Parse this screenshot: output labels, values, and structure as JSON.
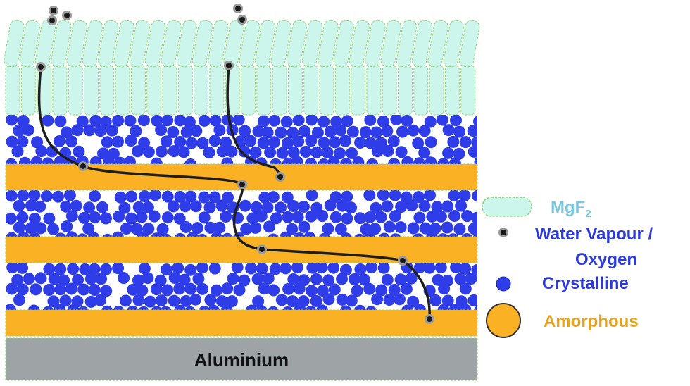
{
  "colors": {
    "mgf2_fill": "#ccf5ec",
    "mgf2_stroke": "#8fd27a",
    "crystalline": "#2f3de8",
    "amorphous": "#fbb124",
    "aluminium": "#9ea3a6",
    "path_line": "#1e1e1e",
    "vapour_dot": "#1a1a1a",
    "vapour_ring": "#9a9a9a",
    "mgf2_text": "#79c7dd",
    "blue_text": "#2b3ad8",
    "orange_text": "#e8a31c"
  },
  "substrate": {
    "label": "Aluminium"
  },
  "legend": {
    "mgf2": {
      "label": "MgF",
      "subscript": "2",
      "icon": "mgf2-pill-icon"
    },
    "vapour": {
      "line1": "Water Vapour /",
      "line2": "Oxygen",
      "icon": "vapour-dot-icon"
    },
    "crystalline": {
      "label": "Crystalline",
      "icon": "blue-circle-icon"
    },
    "amorphous": {
      "label": "Amorphous",
      "icon": "orange-circle-icon"
    }
  }
}
